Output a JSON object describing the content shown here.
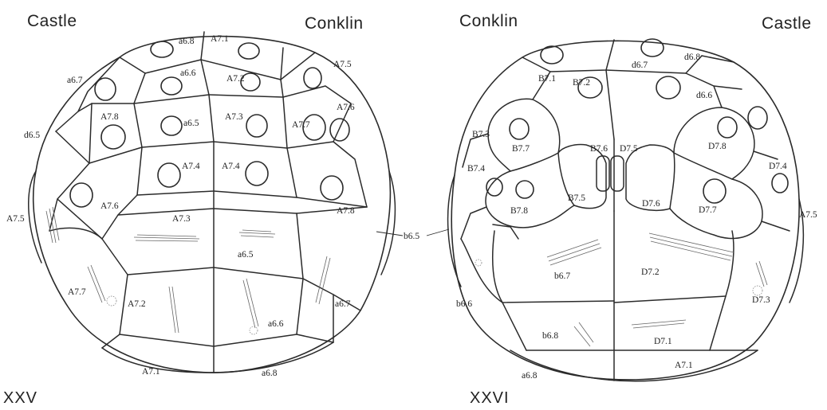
{
  "headers": {
    "left_left": "Castle",
    "left_right": "Conklin",
    "right_left": "Conklin",
    "right_right": "Castle"
  },
  "figures": {
    "left": "XXV",
    "right": "XXVI"
  },
  "left_labels": [
    "a6.8",
    "A7.1",
    "A7.5",
    "a6.7",
    "a6.6",
    "A7.2",
    "A7.6",
    "d6.5",
    "A7.8",
    "a6.5",
    "A7.3",
    "A7.7",
    "A7.4",
    "A7.4",
    "A7.6",
    "A7.5",
    "A7.3",
    "A7.8",
    "a6.5",
    "A7.7",
    "a6.7",
    "A7.2",
    "a6.6",
    "A7.1",
    "a6.8"
  ],
  "right_labels": [
    "d6.8",
    "d6.7",
    "B7.1",
    "B7.2",
    "d6.6",
    "B7.3",
    "B7.7",
    "B7.6",
    "D7.5",
    "D7.8",
    "B7.4",
    "D7.4",
    "B7.5",
    "D7.6",
    "D7.7",
    "B7.8",
    "A7.5",
    "b6.5",
    "b6.7",
    "D7.2",
    "b6.6",
    "D7.3",
    "b6.8",
    "D7.1",
    "a6.8",
    "A7.1"
  ]
}
